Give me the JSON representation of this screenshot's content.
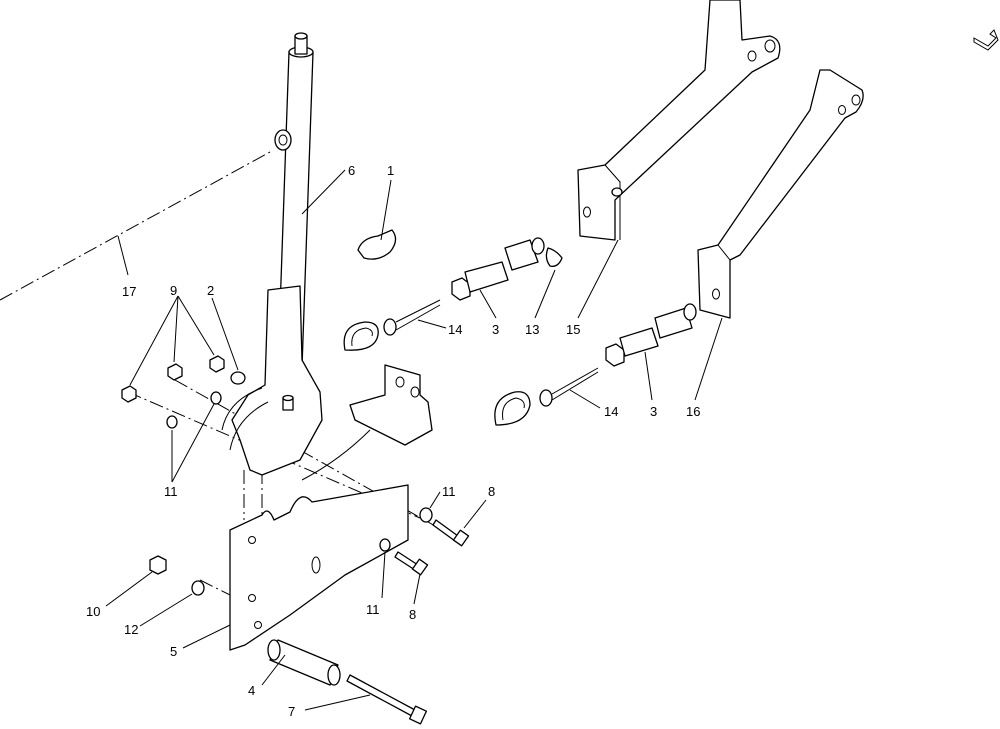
{
  "callouts": {
    "c1": "1",
    "c2": "2",
    "c3a": "3",
    "c3b": "3",
    "c4": "4",
    "c5": "5",
    "c6": "6",
    "c7": "7",
    "c8a": "8",
    "c8b": "8",
    "c9": "9",
    "c10": "10",
    "c11a": "11",
    "c11b": "11",
    "c11c": "11",
    "c12": "12",
    "c13": "13",
    "c14a": "14",
    "c14b": "14",
    "c15": "15",
    "c16": "16",
    "c17": "17"
  },
  "icons": {
    "corner": "page-turn-icon"
  }
}
